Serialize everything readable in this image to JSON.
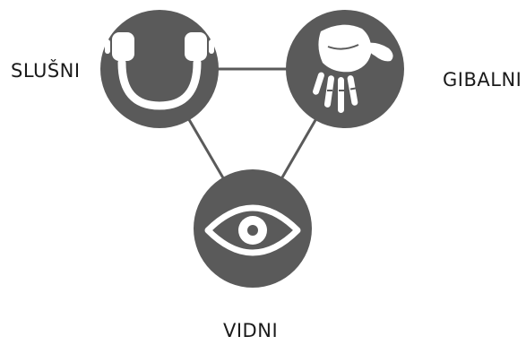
{
  "labels": {
    "hearing": "SLUŠNI",
    "motor": "GIBALNI",
    "visual": "VIDNI"
  },
  "nodes": [
    {
      "id": "hearing",
      "icon": "headphones-icon"
    },
    {
      "id": "motor",
      "icon": "hand-icon"
    },
    {
      "id": "visual",
      "icon": "eye-icon"
    }
  ],
  "colors": {
    "circle_fill": "#5a5a5a",
    "icon_fill": "#ffffff",
    "connector": "#5a5a5a",
    "text": "#1a1a1a"
  }
}
